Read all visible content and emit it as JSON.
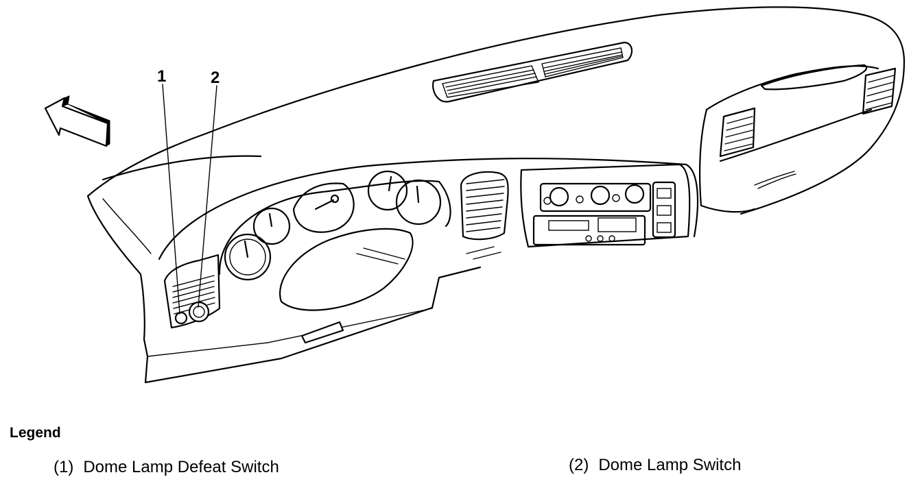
{
  "diagram": {
    "callouts": [
      {
        "number": "1"
      },
      {
        "number": "2"
      }
    ]
  },
  "legend": {
    "title": "Legend",
    "items": [
      {
        "number": "(1)",
        "label": "Dome Lamp Defeat Switch"
      },
      {
        "number": "(2)",
        "label": "Dome Lamp Switch"
      }
    ]
  }
}
